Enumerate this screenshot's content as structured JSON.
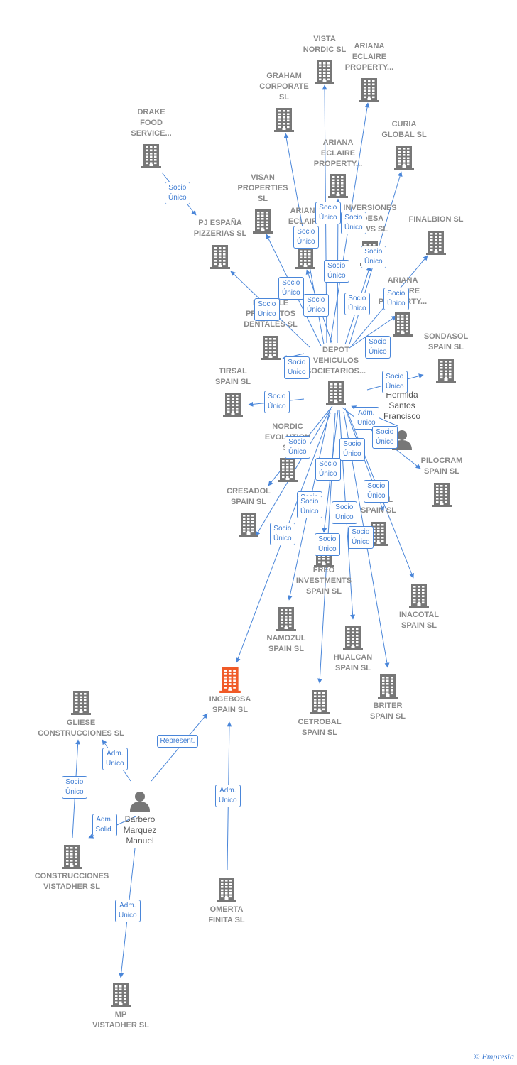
{
  "colors": {
    "edge": "#4a86d9",
    "building": "#777777",
    "center": "#f05a28",
    "person": "#777777"
  },
  "nodes": [
    {
      "id": "vista",
      "label": "VISTA\nNORDIC  SL",
      "kind": "company"
    },
    {
      "id": "ariana1",
      "label": "ARIANA\nECLAIRE\nPROPERTY...",
      "kind": "company"
    },
    {
      "id": "graham",
      "label": "GRAHAM\nCORPORATE\nSL",
      "kind": "company"
    },
    {
      "id": "drake",
      "label": "DRAKE\nFOOD\nSERVICE...",
      "kind": "company"
    },
    {
      "id": "curia",
      "label": "CURIA\nGLOBAL  SL",
      "kind": "company"
    },
    {
      "id": "ariana2",
      "label": "ARIANA\nECLAIRE\nPROPERTY...",
      "kind": "company"
    },
    {
      "id": "visan",
      "label": "VISAN\nPROPERTIES\nSL",
      "kind": "company"
    },
    {
      "id": "pjespana",
      "label": "PJ ESPAÑA\nPIZZERIAS  SL",
      "kind": "company"
    },
    {
      "id": "ariana3",
      "label": "ARIANA\nECLAIRE\nPRO...",
      "kind": "company"
    },
    {
      "id": "inversiones",
      "label": "INVERSIONES\nADESA\nNEWS  SL",
      "kind": "company"
    },
    {
      "id": "finalbion",
      "label": "FINALBION  SL",
      "kind": "company"
    },
    {
      "id": "ariana4",
      "label": "ARIANA\nECLAIRE\nPROPERTY...",
      "kind": "company"
    },
    {
      "id": "nmovile",
      "label": "NMOVILE\nPRODUCTOS\nDENTALES  SL",
      "kind": "company"
    },
    {
      "id": "sondasol",
      "label": "SONDASOL\nSPAIN  SL",
      "kind": "company"
    },
    {
      "id": "depot",
      "label": "DEPOT\nVEHICULOS\nSOCIETARIOS...",
      "kind": "company"
    },
    {
      "id": "tirsal",
      "label": "TIRSAL\nSPAIN  SL",
      "kind": "company"
    },
    {
      "id": "hermida",
      "label": "Hermida\nSantos\nFrancisco",
      "kind": "person"
    },
    {
      "id": "nordic",
      "label": "NORDIC\nEVOLUTION\nSL",
      "kind": "company"
    },
    {
      "id": "pilocram",
      "label": "PILOCRAM\nSPAIN  SL",
      "kind": "company"
    },
    {
      "id": "cresadol",
      "label": "CRESADOL\nSPAIN  SL",
      "kind": "company"
    },
    {
      "id": "ocmal",
      "label": "OCMAL\nSPAIN  SL",
      "kind": "company"
    },
    {
      "id": "freo",
      "label": "FREO\nINVESTMENTS\nSPAIN  SL",
      "kind": "company"
    },
    {
      "id": "inacotal",
      "label": "INACOTAL\nSPAIN  SL",
      "kind": "company"
    },
    {
      "id": "namozul",
      "label": "NAMOZUL\nSPAIN  SL",
      "kind": "company"
    },
    {
      "id": "hualcan",
      "label": "HUALCAN\nSPAIN  SL",
      "kind": "company"
    },
    {
      "id": "briter",
      "label": "BRITER\nSPAIN  SL",
      "kind": "company"
    },
    {
      "id": "ingebosa",
      "label": "INGEBOSA\nSPAIN  SL",
      "kind": "center"
    },
    {
      "id": "cetrobal",
      "label": "CETROBAL\nSPAIN  SL",
      "kind": "company"
    },
    {
      "id": "gliese",
      "label": "GLIESE\nCONSTRUCCIONES SL",
      "kind": "company"
    },
    {
      "id": "barbero",
      "label": "Barbero\nMarquez\nManuel",
      "kind": "person"
    },
    {
      "id": "construcciones",
      "label": "CONSTRUCCIONES\nVISTADHER SL",
      "kind": "company"
    },
    {
      "id": "omerta",
      "label": "OMERTA\nFINITA  SL",
      "kind": "company"
    },
    {
      "id": "mp",
      "label": "MP\nVISTADHER SL",
      "kind": "company"
    }
  ],
  "edges": [
    {
      "from": "drake",
      "to": "pjespana",
      "label": "Socio\nÚnico"
    },
    {
      "from": "depot",
      "to": "vista",
      "label": "Socio\nÚnico"
    },
    {
      "from": "depot",
      "to": "ariana1",
      "label": "Socio\nÚnico"
    },
    {
      "from": "depot",
      "to": "graham",
      "label": "Socio\nÚnico"
    },
    {
      "from": "depot",
      "to": "curia",
      "label": "Socio\nÚnico"
    },
    {
      "from": "depot",
      "to": "ariana2",
      "label": "Socio\nÚnico"
    },
    {
      "from": "depot",
      "to": "visan",
      "label": "Socio\nÚnico"
    },
    {
      "from": "depot",
      "to": "pjespana",
      "label": "Socio\nÚnico"
    },
    {
      "from": "depot",
      "to": "ariana3",
      "label": "Socio\nÚnico"
    },
    {
      "from": "depot",
      "to": "inversiones",
      "label": "Socio\nÚnico"
    },
    {
      "from": "depot",
      "to": "finalbion",
      "label": "Socio\nÚnico"
    },
    {
      "from": "depot",
      "to": "ariana4",
      "label": "Socio\nÚnico"
    },
    {
      "from": "depot",
      "to": "nmovile",
      "label": "Socio\nÚnico"
    },
    {
      "from": "depot",
      "to": "sondasol",
      "label": "Socio\nÚnico"
    },
    {
      "from": "depot",
      "to": "tirsal",
      "label": "Socio\nÚnico"
    },
    {
      "from": "hermida",
      "to": "depot",
      "label": "Adm.\nUnico"
    },
    {
      "from": "depot",
      "to": "nordic",
      "label": "Socio\nÚnico"
    },
    {
      "from": "depot",
      "to": "pilocram",
      "label": "Socio\nÚnico"
    },
    {
      "from": "depot",
      "to": "cresadol",
      "label": "Socio\nÚnico"
    },
    {
      "from": "depot",
      "to": "ocmal",
      "label": "Socio\nÚnico"
    },
    {
      "from": "depot",
      "to": "freo",
      "label": "Socio\nÚnico"
    },
    {
      "from": "depot",
      "to": "inacotal",
      "label": "Socio\nÚnico"
    },
    {
      "from": "depot",
      "to": "namozul",
      "label": "Socio\nÚnico"
    },
    {
      "from": "depot",
      "to": "hualcan",
      "label": "Socio\nÚnico"
    },
    {
      "from": "depot",
      "to": "briter",
      "label": "Socio\nÚnico"
    },
    {
      "from": "depot",
      "to": "ingebosa",
      "label": "Socio\nÚnico"
    },
    {
      "from": "depot",
      "to": "cetrobal",
      "label": "Socio\nÚnico"
    },
    {
      "from": "barbero",
      "to": "ingebosa",
      "label": "Represent."
    },
    {
      "from": "omerta",
      "to": "ingebosa",
      "label": "Adm.\nUnico"
    },
    {
      "from": "barbero",
      "to": "gliese",
      "label": "Adm.\nUnico"
    },
    {
      "from": "construcciones",
      "to": "gliese",
      "label": "Socio\nÚnico"
    },
    {
      "from": "barbero",
      "to": "construcciones",
      "label": "Adm.\nSolid."
    },
    {
      "from": "barbero",
      "to": "mp",
      "label": "Adm.\nUnico"
    }
  ],
  "footer": {
    "copyright": "©",
    "brand": "Empresia"
  }
}
